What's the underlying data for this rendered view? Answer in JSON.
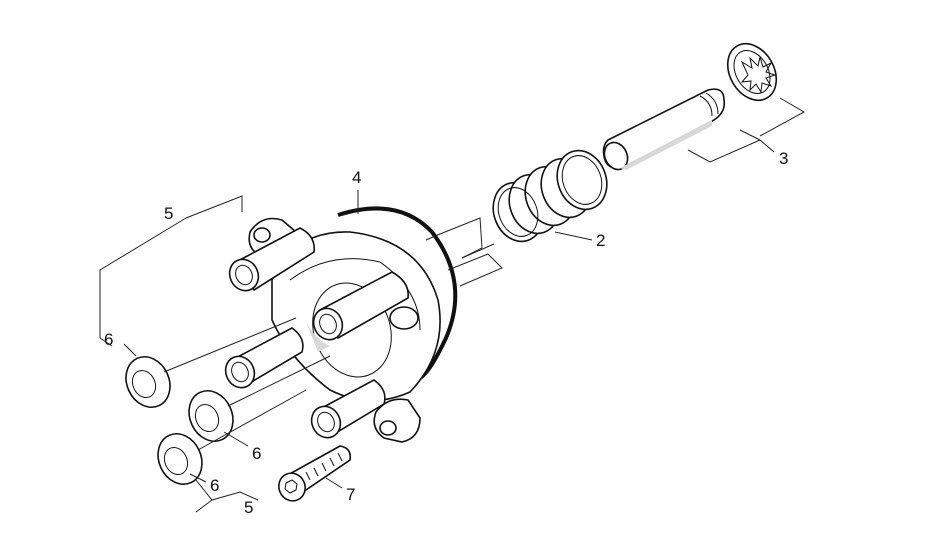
{
  "callouts": {
    "c1": "2",
    "c2": "3",
    "c3": "4",
    "c4": "5",
    "c5": "6",
    "c6": "6",
    "c7": "6",
    "c8": "5",
    "c9": "7"
  }
}
